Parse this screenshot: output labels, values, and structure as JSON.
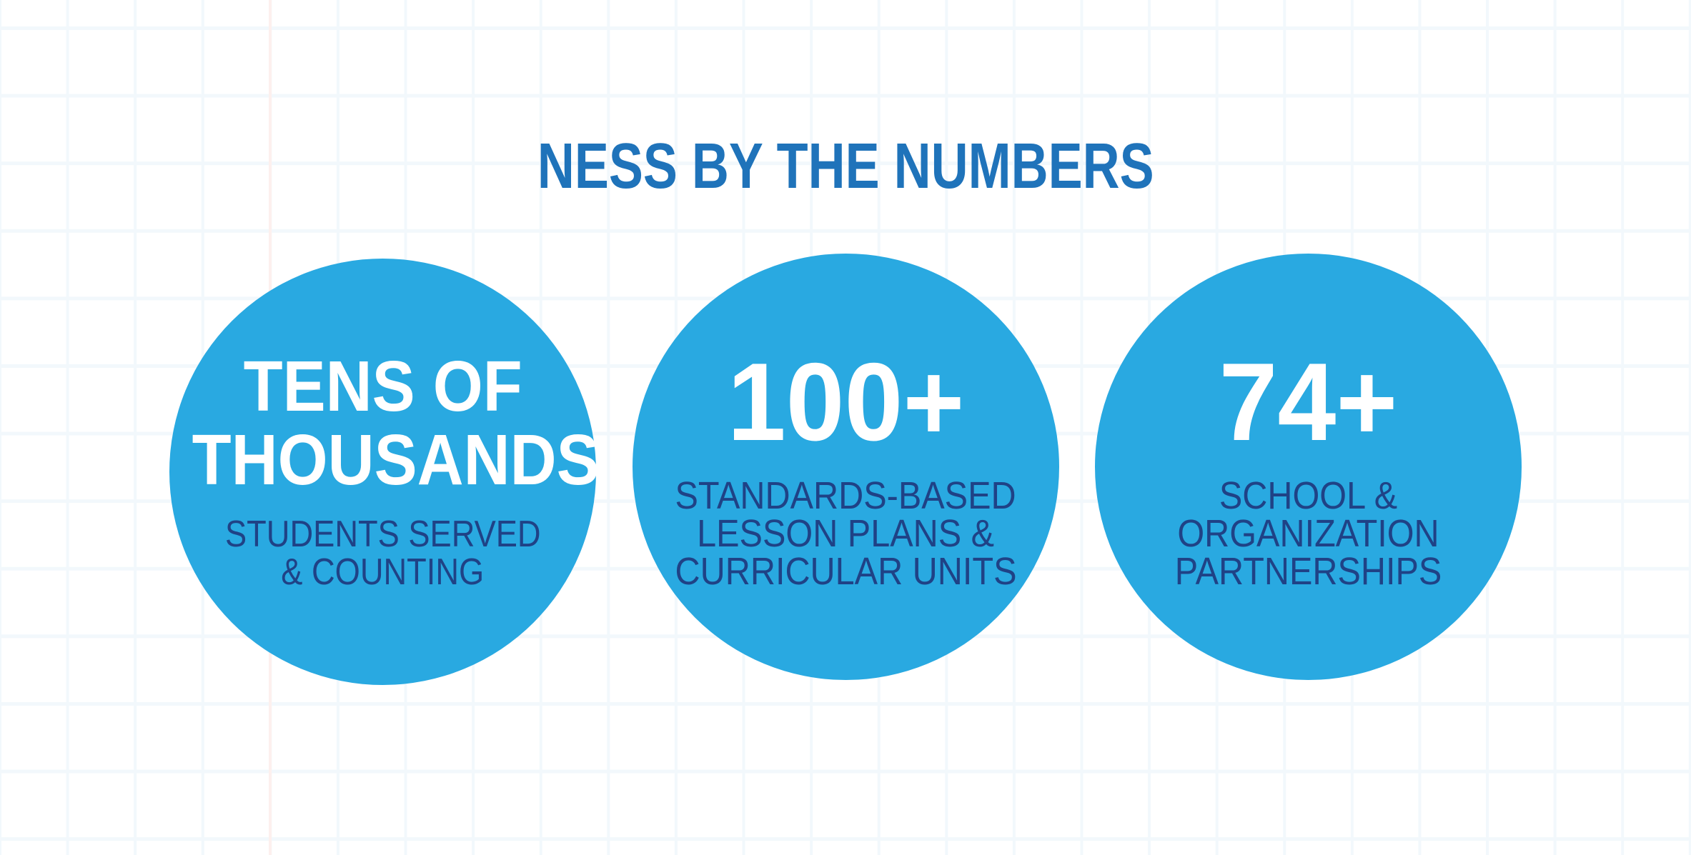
{
  "header": {
    "title": "NESS BY THE NUMBERS"
  },
  "colors": {
    "title": "#1f73ba",
    "circle": "#29a9e1",
    "stat_text": "#ffffff",
    "caption_text": "#1f4286",
    "grid_line": "#f2f8fc",
    "margin_line": "#fdf0ee"
  },
  "stats": [
    {
      "value_lines": [
        "TENS OF",
        "THOUSANDS"
      ],
      "caption_lines": [
        "STUDENTS SERVED",
        "& COUNTING"
      ]
    },
    {
      "value_lines": [
        "100+"
      ],
      "caption_lines": [
        "STANDARDS-BASED",
        "LESSON PLANS &",
        "CURRICULAR UNITS"
      ]
    },
    {
      "value_lines": [
        "74+"
      ],
      "caption_lines": [
        "SCHOOL &",
        "ORGANIZATION",
        "PARTNERSHIPS"
      ]
    }
  ]
}
